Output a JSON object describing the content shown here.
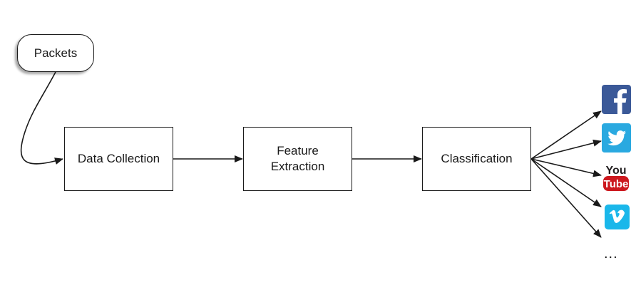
{
  "nodes": {
    "packets": "Packets",
    "data_collection": "Data Collection",
    "feature_extraction": "Feature\nExtraction",
    "classification": "Classification"
  },
  "outputs": {
    "youtube_line1": "You",
    "youtube_line2": "Tube",
    "more": "..."
  },
  "colors": {
    "facebook": "#3b5998",
    "twitter": "#2aa9e0",
    "youtube_red": "#cc181e",
    "vimeo": "#1ab7ea"
  },
  "icons": [
    "facebook-icon",
    "twitter-icon",
    "youtube-icon",
    "vimeo-icon"
  ]
}
